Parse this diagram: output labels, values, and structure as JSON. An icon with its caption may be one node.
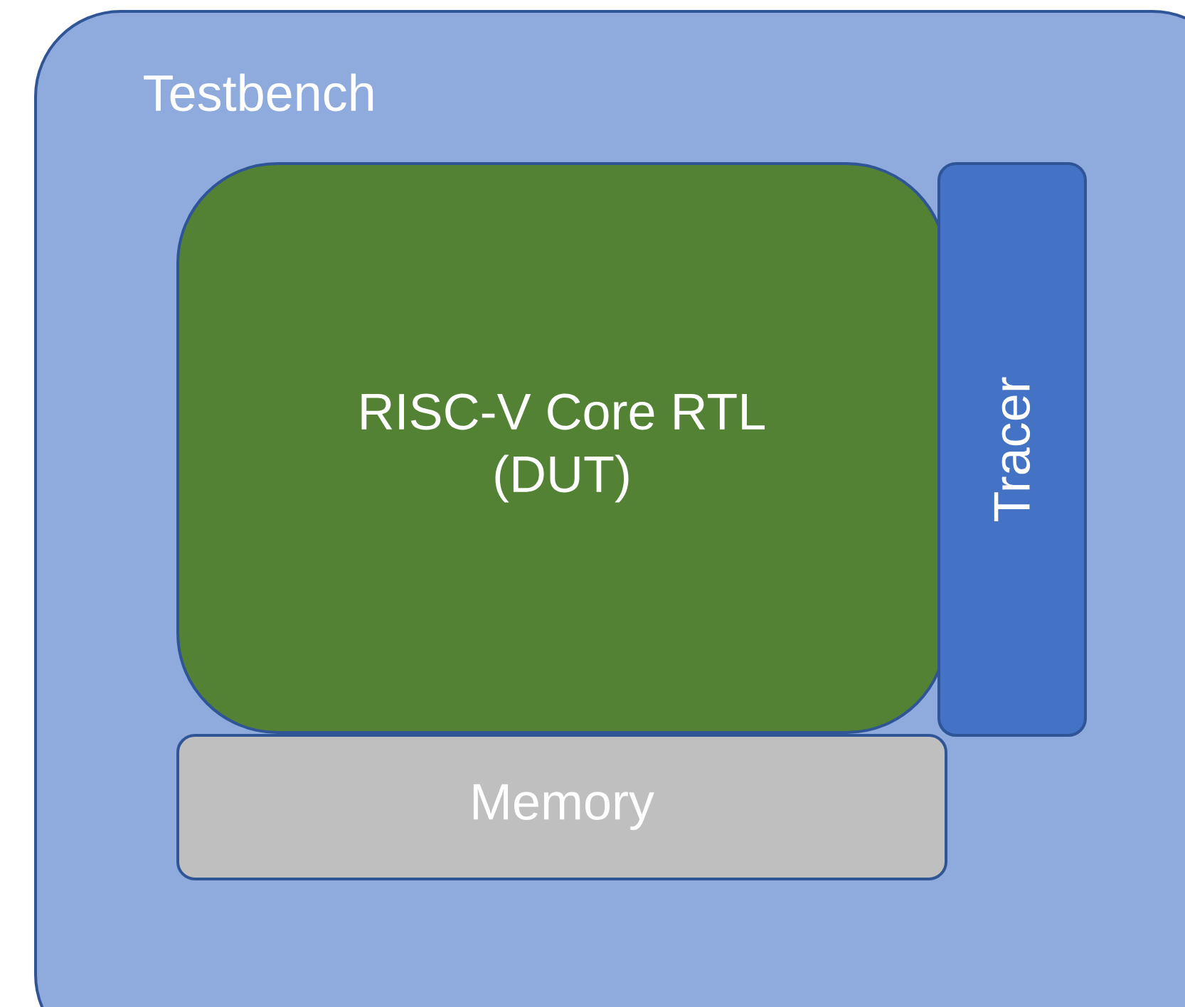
{
  "diagram": {
    "nodes": [
      {
        "text": [
          "Testbench"
        ]
      },
      {
        "text": [
          "RISC-V Core RTL (DUT)"
        ],
        "in": 0
      },
      {
        "text": [
          "Tracer"
        ],
        "in": 0
      },
      {
        "text": [
          "Memory"
        ],
        "in": 0
      }
    ]
  }
}
